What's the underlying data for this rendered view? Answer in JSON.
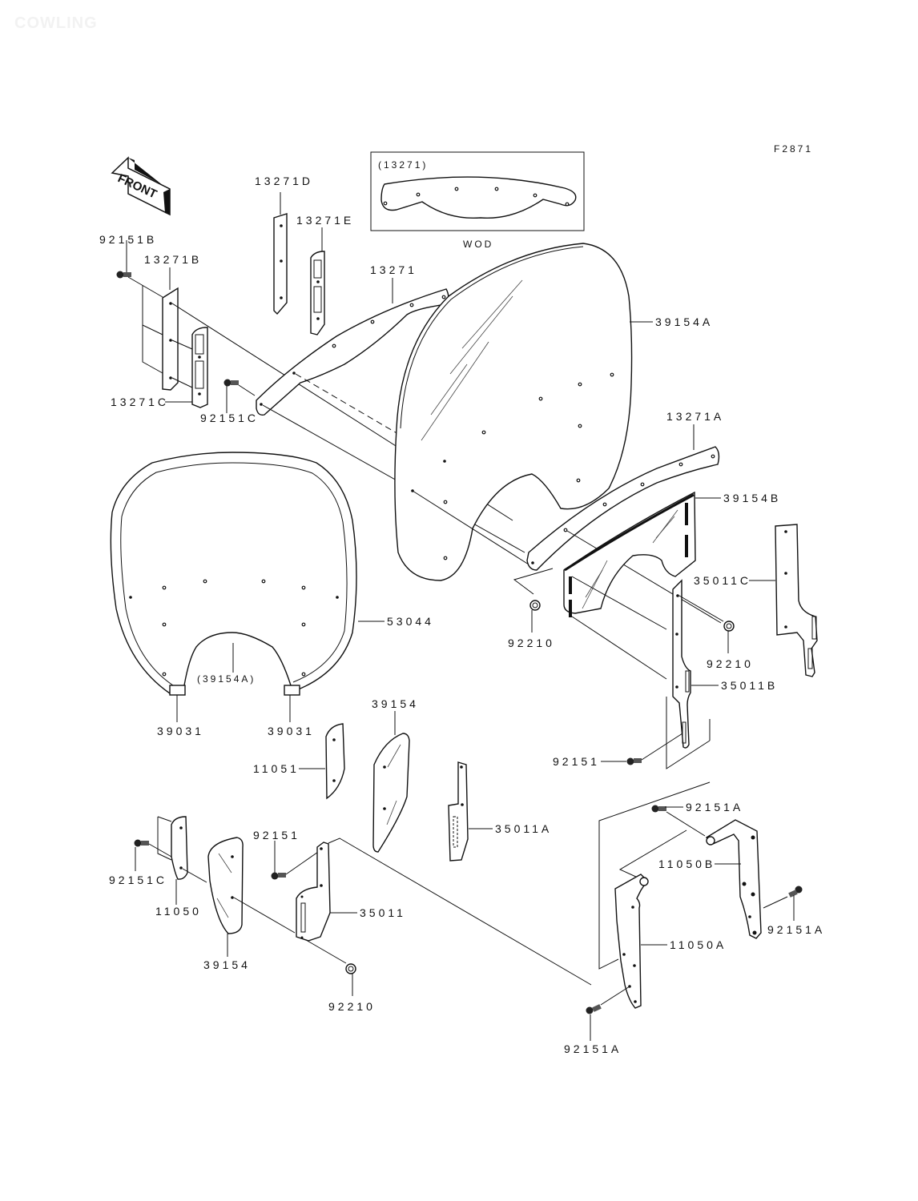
{
  "header": {
    "watermark": "COWLING",
    "figure_id": "F2871",
    "front_indicator": "FRONT"
  },
  "inset": {
    "label": "(13271)",
    "caption": "WOD"
  },
  "callouts": {
    "c_13271D": "13271D",
    "c_13271E": "13271E",
    "c_92151B": "92151B",
    "c_13271B": "13271B",
    "c_13271": "13271",
    "c_39154A": "39154A",
    "c_13271C": "13271C",
    "c_92151C_top": "92151C",
    "c_13271A": "13271A",
    "c_39154B": "39154B",
    "c_35011C": "35011C",
    "c_92210_mid": "92210",
    "c_92210_right": "92210",
    "c_35011B": "35011B",
    "c_53044": "53044",
    "c_39154A_paren": "(39154A)",
    "c_39031_left": "39031",
    "c_39031_right": "39031",
    "c_39154_mid": "39154",
    "c_11051": "11051",
    "c_92151_right": "92151",
    "c_35011A": "35011A",
    "c_92151A_top": "92151A",
    "c_92151": "92151",
    "c_11050B": "11050B",
    "c_92151C_low": "92151C",
    "c_35011": "35011",
    "c_11050": "11050",
    "c_92151A_right": "92151A",
    "c_11050A": "11050A",
    "c_39154_low": "39154",
    "c_92210_low": "92210",
    "c_92151A_bottom": "92151A"
  }
}
